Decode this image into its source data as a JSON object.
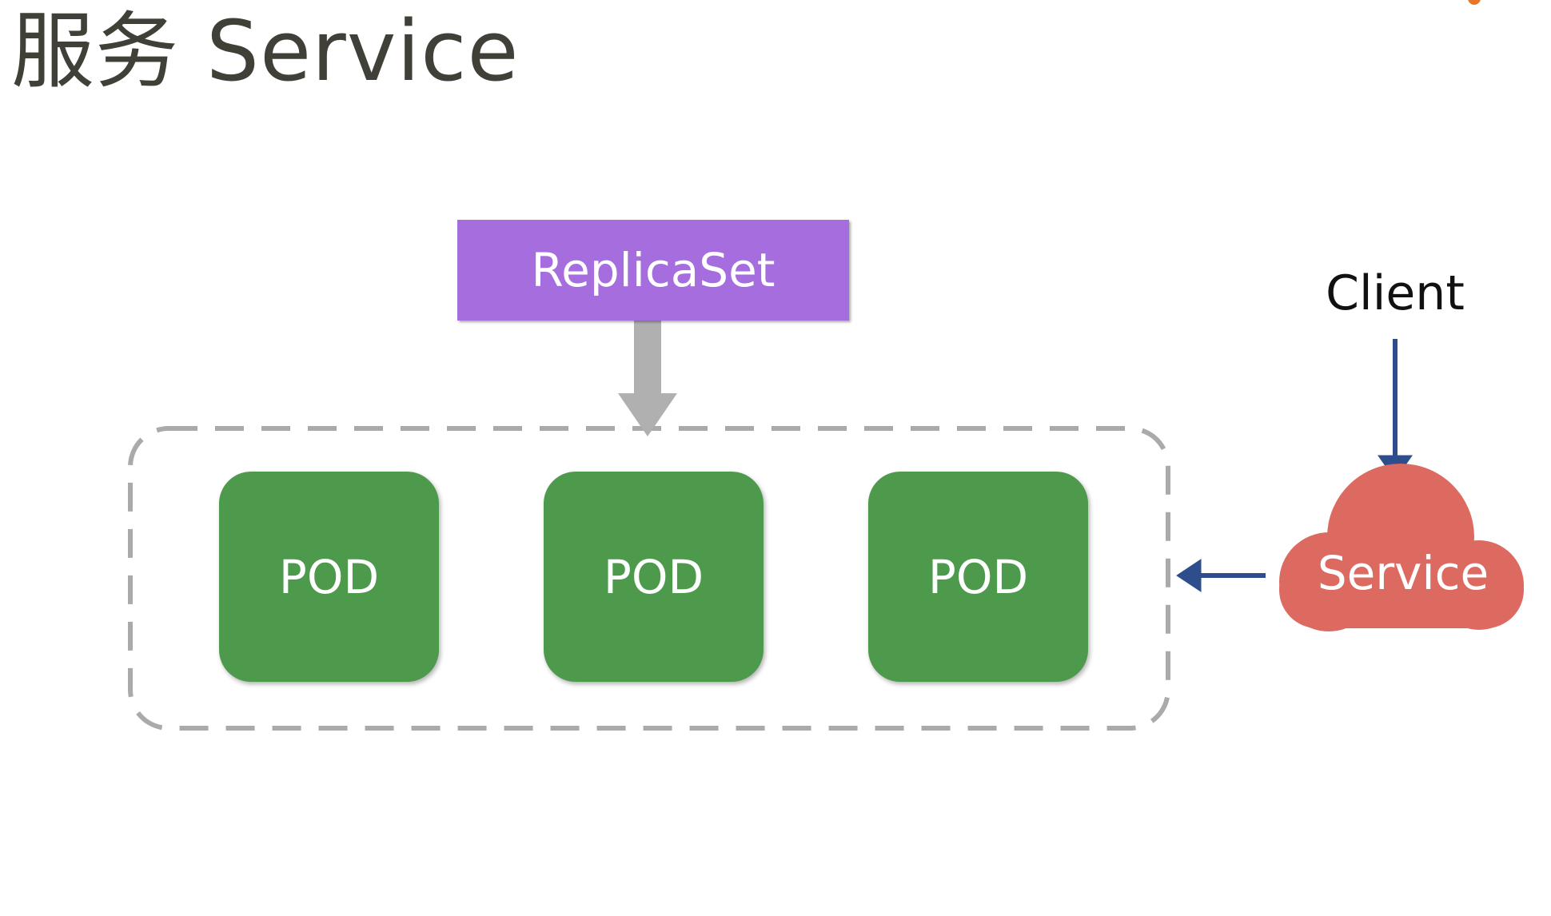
{
  "title": "服务 Service",
  "colors": {
    "title": "#404038",
    "replicaset": "#a56ddd",
    "pod": "#4e9a4c",
    "service_cloud": "#dc6a60",
    "arrow_blue": "#2e4d8c",
    "arrow_gray": "#b0b0b0",
    "dashed_border": "#aaaaaa"
  },
  "diagram": {
    "replicaset_label": "ReplicaSet",
    "pods": [
      {
        "label": "POD"
      },
      {
        "label": "POD"
      },
      {
        "label": "POD"
      }
    ],
    "client_label": "Client",
    "service_label": "Service"
  }
}
